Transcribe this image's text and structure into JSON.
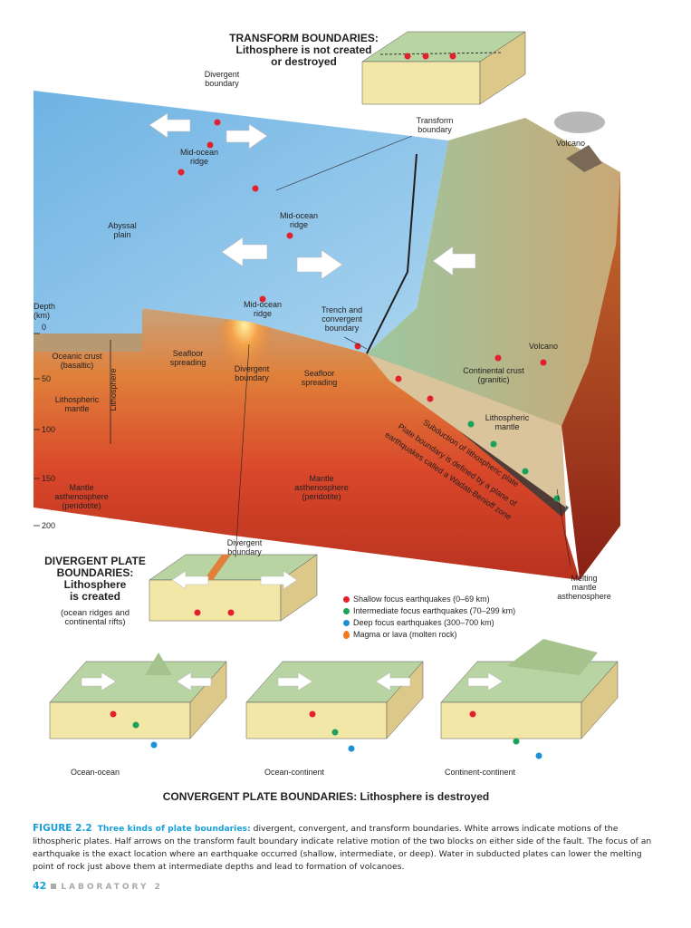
{
  "transform": {
    "title": "TRANSFORM BOUNDARIES:\nLithosphere is not created\nor destroyed"
  },
  "labels": {
    "divergent_boundary_top": "Divergent\nboundary",
    "transform_boundary": "Transform\nboundary",
    "volcano_top": "Volcano",
    "mid_ocean_ridge_1": "Mid-ocean\nridge",
    "mid_ocean_ridge_2": "Mid-ocean\nridge",
    "mid_ocean_ridge_3": "Mid-ocean\nridge",
    "abyssal_plain": "Abyssal\nplain",
    "depth": "Depth\n(km)",
    "depth_0": "0",
    "depth_50": "50",
    "depth_100": "100",
    "depth_150": "150",
    "depth_200": "200",
    "trench": "Trench and\nconvergent\nboundary",
    "volcano_mid": "Volcano",
    "oceanic_crust": "Oceanic crust\n(basaltic)",
    "lithospheric_mantle_left": "Lithospheric\nmantle",
    "lithosphere_vertical": "Lithosphere",
    "seafloor_spreading_left": "Seafloor\nspreading",
    "divergent_boundary_mid": "Divergent\nboundary",
    "seafloor_spreading_right": "Seafloor\nspreading",
    "continental_crust": "Continental crust\n(granitic)",
    "lithospheric_mantle_right": "Lithospheric\nmantle",
    "subduction": "Subduction of lithospheric plate",
    "benioff_1": "Plate boundary is defined by a plane of",
    "benioff_2": "earthquakes called a Wadati-Benioff zone",
    "mantle_left": "Mantle\nasthenosphere\n(peridotite)",
    "mantle_right": "Mantle\nasthenosphere\n(peridotite)",
    "divergent_boundary_bottom": "Divergent\nboundary",
    "melting": "Melting\nmantle\nasthenosphere",
    "ocean_ocean": "Ocean-ocean",
    "ocean_continent": "Ocean-continent",
    "continent_continent": "Continent-continent"
  },
  "divergent": {
    "title": "DIVERGENT PLATE\nBOUNDARIES:\nLithosphere\nis created",
    "subtitle": "(ocean ridges and\ncontinental rifts)"
  },
  "legend": [
    {
      "label": "Shallow focus earthquakes (0–69 km)",
      "color": "#e3202c",
      "kind": "dot"
    },
    {
      "label": "Intermediate focus earthquakes (70–299 km)",
      "color": "#1aa259",
      "kind": "dot"
    },
    {
      "label": "Deep focus earthquakes (300–700 km)",
      "color": "#1f8fd6",
      "kind": "dot"
    },
    {
      "label": "Magma or lava (molten rock)",
      "color": "#f27a1a",
      "kind": "drop"
    }
  ],
  "convergent_title": "CONVERGENT PLATE BOUNDARIES: Lithosphere is destroyed",
  "caption": {
    "fig": "FIGURE 2.2",
    "title": "Three kinds of plate boundaries:",
    "body": " divergent, convergent, and transform boundaries. White arrows indicate motions of the lithospheric plates. Half arrows on the transform fault boundary indicate relative motion of the two blocks on either side of the fault. The focus of an earthquake is the exact location where an earthquake occurred (shallow, intermediate, or deep). Water in subducted plates can lower the melting point of rock just above them at intermediate depths and lead to formation of volcanoes."
  },
  "footer": {
    "page": "42",
    "section": "LABORATORY",
    "num": "2"
  },
  "colors": {
    "ocean": "#8fc6ea",
    "mantle": "#d9472a",
    "crust": "#c8b48f",
    "caption_blue": "#1aa0d8"
  }
}
